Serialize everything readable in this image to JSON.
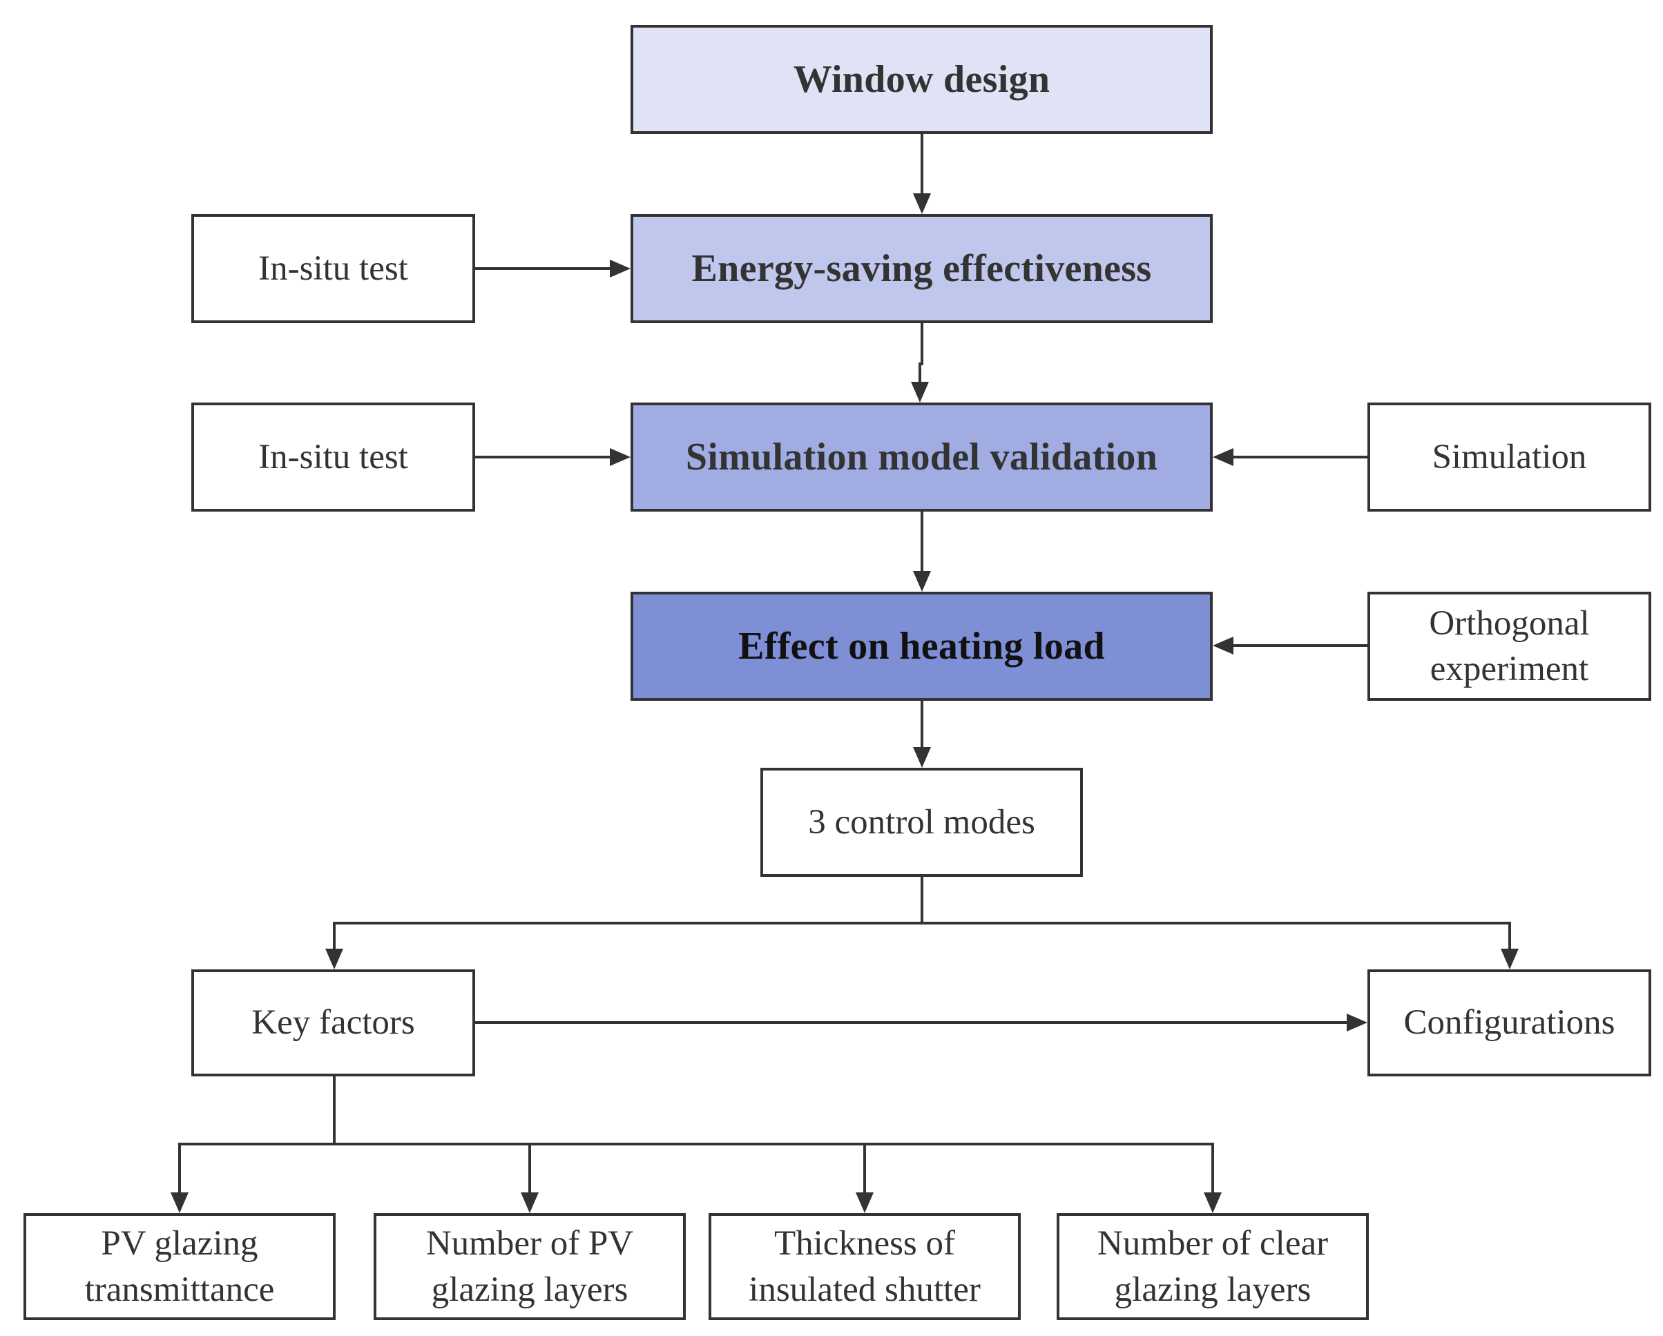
{
  "colors": {
    "level1": "#e0e3f5",
    "level2": "#bfc7ec",
    "level3": "#a0ace2",
    "level4": "#7f8fd6",
    "border": "#333333",
    "arrow": "#333333"
  },
  "nodes": {
    "window_design": "Window design",
    "energy_saving": "Energy-saving effectiveness",
    "in_situ_test_1": "In-situ test",
    "in_situ_test_2": "In-situ test",
    "simulation_validation": "Simulation model validation",
    "simulation": "Simulation",
    "heating_load": "Effect on heating load",
    "orthogonal_line1": "Orthogonal",
    "orthogonal_line2": "experiment",
    "control_modes": "3 control modes",
    "key_factors": "Key factors",
    "configurations": "Configurations",
    "pv_transmittance_line1": "PV glazing",
    "pv_transmittance_line2": "transmittance",
    "pv_layers_line1": "Number of PV",
    "pv_layers_line2": "glazing layers",
    "shutter_line1": "Thickness of",
    "shutter_line2": "insulated shutter",
    "clear_layers_line1": "Number of clear",
    "clear_layers_line2": "glazing layers"
  }
}
